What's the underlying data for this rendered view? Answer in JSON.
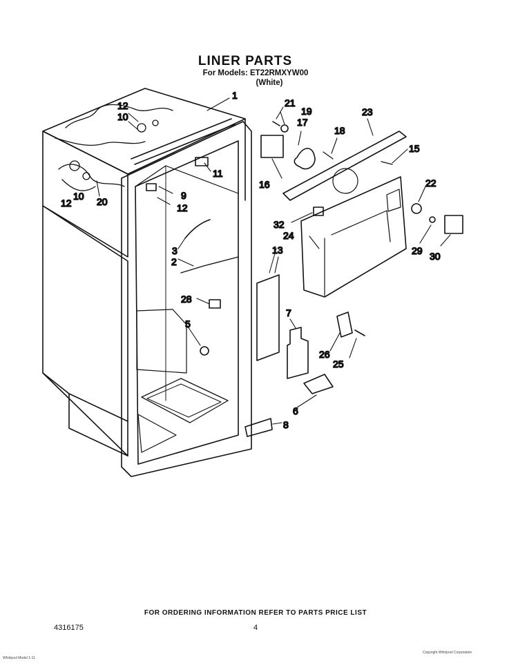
{
  "header": {
    "title": "LINER PARTS",
    "models_line": "For Models: ET22RMXYW00",
    "color_line": "(White)"
  },
  "callouts": {
    "c1": "1",
    "c2": "2",
    "c3": "3",
    "c5": "5",
    "c6": "6",
    "c7": "7",
    "c8": "8",
    "c9": "9",
    "c10a": "10",
    "c10b": "10",
    "c11": "11",
    "c12a": "12",
    "c12b": "12",
    "c12c": "12",
    "c13": "13",
    "c15": "15",
    "c16": "16",
    "c17": "17",
    "c18": "18",
    "c19": "19",
    "c20": "20",
    "c21": "21",
    "c22": "22",
    "c23": "23",
    "c24": "24",
    "c25": "25",
    "c26": "26",
    "c28": "28",
    "c29": "29",
    "c30": "30",
    "c32": "32"
  },
  "footer": {
    "ordering_note": "FOR ORDERING INFORMATION REFER TO PARTS PRICE LIST",
    "part_number": "4316175",
    "page_number": "4",
    "fine_print_left": "Whirlpool Model 1-11",
    "fine_print_right": "Copyright Whirlpool Corporation"
  }
}
